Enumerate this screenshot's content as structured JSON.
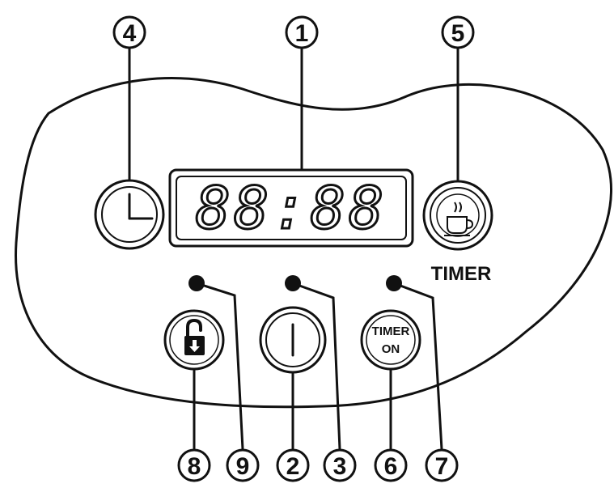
{
  "display": {
    "readout": "88:88"
  },
  "buttons": {
    "timer_caption": "TIMER",
    "timer_on_line1": "TIMER",
    "timer_on_line2": "ON"
  },
  "callouts": {
    "c1": "1",
    "c2": "2",
    "c3": "3",
    "c4": "4",
    "c5": "5",
    "c6": "6",
    "c7": "7",
    "c8": "8",
    "c9": "9"
  },
  "icons": {
    "clock": "clock-icon",
    "coffee": "coffee-cup-icon",
    "lock": "unlock-padlock-icon",
    "power": "power-icon"
  },
  "colors": {
    "ink": "#111111",
    "background": "#ffffff"
  }
}
